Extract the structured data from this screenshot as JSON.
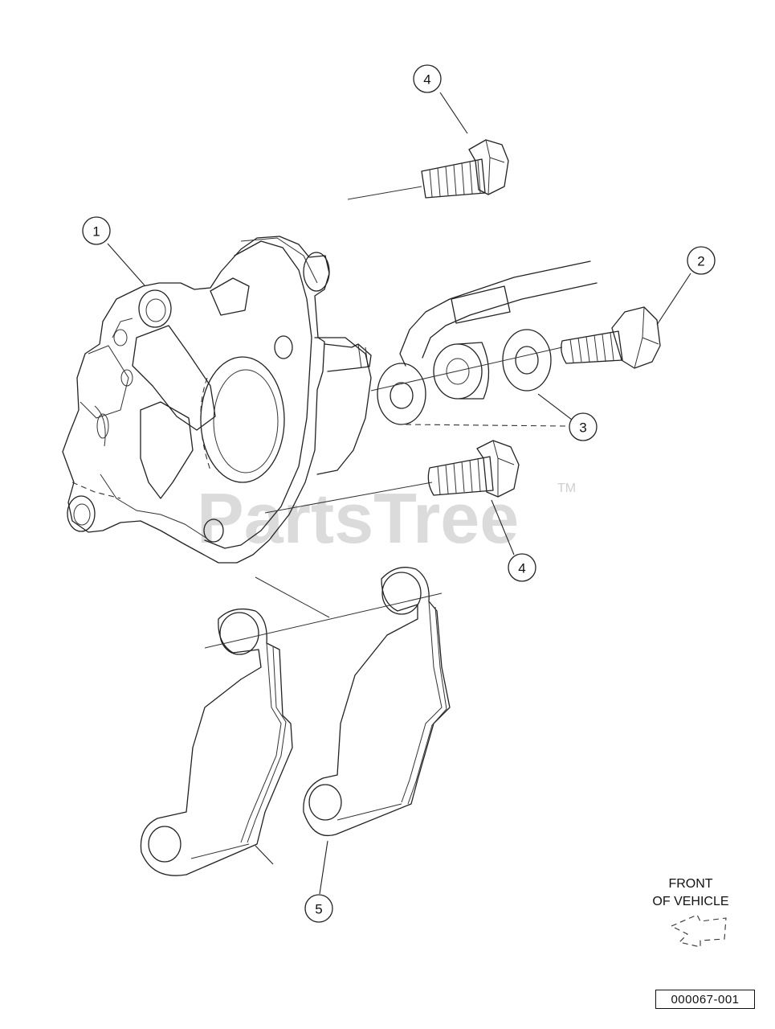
{
  "watermark": {
    "brand": "PartsTree",
    "trademark": "TM"
  },
  "callouts": [
    {
      "id": "c4a",
      "label": "4"
    },
    {
      "id": "c1",
      "label": "1"
    },
    {
      "id": "c2",
      "label": "2"
    },
    {
      "id": "c3",
      "label": "3"
    },
    {
      "id": "c4b",
      "label": "4"
    },
    {
      "id": "c5",
      "label": "5"
    }
  ],
  "direction": {
    "line1": "FRONT",
    "line2": "OF VEHICLE"
  },
  "reference": {
    "code": "000067-001"
  }
}
